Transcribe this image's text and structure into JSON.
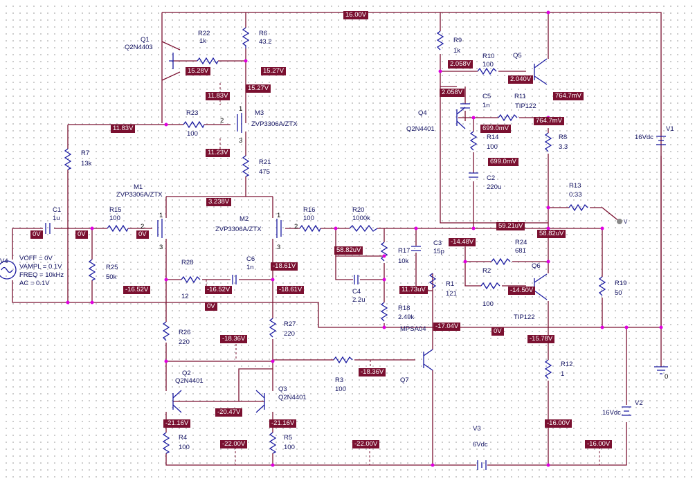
{
  "components": {
    "q1": {
      "ref": "Q1",
      "model": "Q2N4403"
    },
    "q2": {
      "ref": "Q2",
      "model": "Q2N4401"
    },
    "q3": {
      "ref": "Q3",
      "model": "Q2N4401"
    },
    "q4": {
      "ref": "Q4",
      "model": "Q2N4401"
    },
    "q5": {
      "ref": "Q5",
      "model": "TIP122"
    },
    "q6": {
      "ref": "Q6",
      "model": "TIP122"
    },
    "q7": {
      "ref": "Q7",
      "model": "MPSA04"
    },
    "m1": {
      "ref": "M1",
      "model": "ZVP3306A/ZTX"
    },
    "m2": {
      "ref": "M2",
      "model": "ZVP3306A/ZTX"
    },
    "m3": {
      "ref": "M3",
      "model": "ZVP3306A/ZTX"
    },
    "r1": {
      "ref": "R1",
      "value": "121"
    },
    "r2": {
      "ref": "R2",
      "value": "100"
    },
    "r3": {
      "ref": "R3",
      "value": "100"
    },
    "r4": {
      "ref": "R4",
      "value": "100"
    },
    "r5": {
      "ref": "R5",
      "value": "100"
    },
    "r6": {
      "ref": "R6",
      "value": "43.2"
    },
    "r7": {
      "ref": "R7",
      "value": "13k"
    },
    "r8": {
      "ref": "R8",
      "value": "3.3"
    },
    "r9": {
      "ref": "R9",
      "value": "1k"
    },
    "r10": {
      "ref": "R10",
      "value": "100"
    },
    "r11": {
      "ref": "R11",
      "value": ""
    },
    "r12": {
      "ref": "R12",
      "value": "1"
    },
    "r13": {
      "ref": "R13",
      "value": "0.33"
    },
    "r14": {
      "ref": "R14",
      "value": "100"
    },
    "r15": {
      "ref": "R15",
      "value": "100"
    },
    "r16": {
      "ref": "R16",
      "value": "100"
    },
    "r17": {
      "ref": "R17",
      "value": "10k"
    },
    "r18": {
      "ref": "R18",
      "value": "2.49k"
    },
    "r19": {
      "ref": "R19",
      "value": "50"
    },
    "r20": {
      "ref": "R20",
      "value": "1000k"
    },
    "r21": {
      "ref": "R21",
      "value": "475"
    },
    "r22": {
      "ref": "R22",
      "value": "1k"
    },
    "r23": {
      "ref": "R23",
      "value": "100"
    },
    "r24": {
      "ref": "R24",
      "value": "681"
    },
    "r25": {
      "ref": "R25",
      "value": "50k"
    },
    "r26": {
      "ref": "R26",
      "value": "220"
    },
    "r27": {
      "ref": "R27",
      "value": "220"
    },
    "r28": {
      "ref": "R28",
      "value": "12"
    },
    "c1": {
      "ref": "C1",
      "value": "1u"
    },
    "c2": {
      "ref": "C2",
      "value": "220u"
    },
    "c3": {
      "ref": "C3",
      "value": "15p"
    },
    "c4": {
      "ref": "C4",
      "value": "2.2u"
    },
    "c5": {
      "ref": "C5",
      "value": "1n"
    },
    "c6": {
      "ref": "C6",
      "value": "1n"
    },
    "v1": {
      "ref": "V1",
      "value": "16Vdc"
    },
    "v2": {
      "ref": "V2",
      "value": "16Vdc"
    },
    "v3": {
      "ref": "V3",
      "value": "6Vdc"
    },
    "v4": {
      "ref": "V4",
      "voff": "VOFF = 0V",
      "vampl": "VAMPL = 0.1V",
      "freq": "FREQ = 10kHz",
      "ac": "AC = 0.1V"
    }
  },
  "pins": {
    "m1_gate": "2",
    "m1_drain": "1",
    "m1_source": "3",
    "m2_gate": "2",
    "m2_drain": "1",
    "m2_source": "3",
    "m3_gate": "2",
    "m3_drain": "1",
    "m3_source": "3"
  },
  "ground_label": "0",
  "probe_label": "V",
  "node_voltages": {
    "n_top": "16.00V",
    "n_q1e": "15.28V",
    "n_r6b": "15.27V",
    "n_m3d": "15.27V",
    "n_m3g": "11.83V",
    "n_bias": "11.83V",
    "n_m3s": "11.23V",
    "n_m1m2": "3.238V",
    "n_in1": "0V",
    "n_in2": "0V",
    "n_in3": "0V",
    "n_gnd_mid": "0V",
    "n_gnd_right": "0V",
    "n_c6l": "-16.52V",
    "n_c6r": "-16.52V",
    "n_m2d": "-18.61V",
    "n_r27": "-18.61V",
    "n_r26": "-18.36V",
    "n_r3": "-18.36V",
    "n_q2e": "-21.16V",
    "n_q3e": "-21.16V",
    "n_q2b": "-20.47V",
    "n_r4b": "-22.00V",
    "n_v3": "-22.00V",
    "n_q7e": "-17.04V",
    "n_c4": "58.82uV",
    "n_r17": "11.73uV",
    "n_q4c": "2.058V",
    "n_q4b": "2.058V",
    "n_q5b": "2.040V",
    "n_q5e": "764.7mV",
    "n_r11": "764.7mV",
    "n_q4e": "699.0mV",
    "n_r14": "699.0mV",
    "n_out": "59.21uV",
    "n_out2": "58.82uV",
    "n_c3": "-14.48V",
    "n_q6b": "-14.50V",
    "n_q6e": "-15.78V",
    "n_r12": "-16.00V",
    "n_v2": "-16.00V"
  },
  "style": {
    "wire_color": "#7a1030",
    "component_color": "#1a1aa0",
    "node_dot_color": "#e000e0",
    "voltage_tag_bg": "#7a1030",
    "voltage_tag_text": "#ffffff"
  }
}
